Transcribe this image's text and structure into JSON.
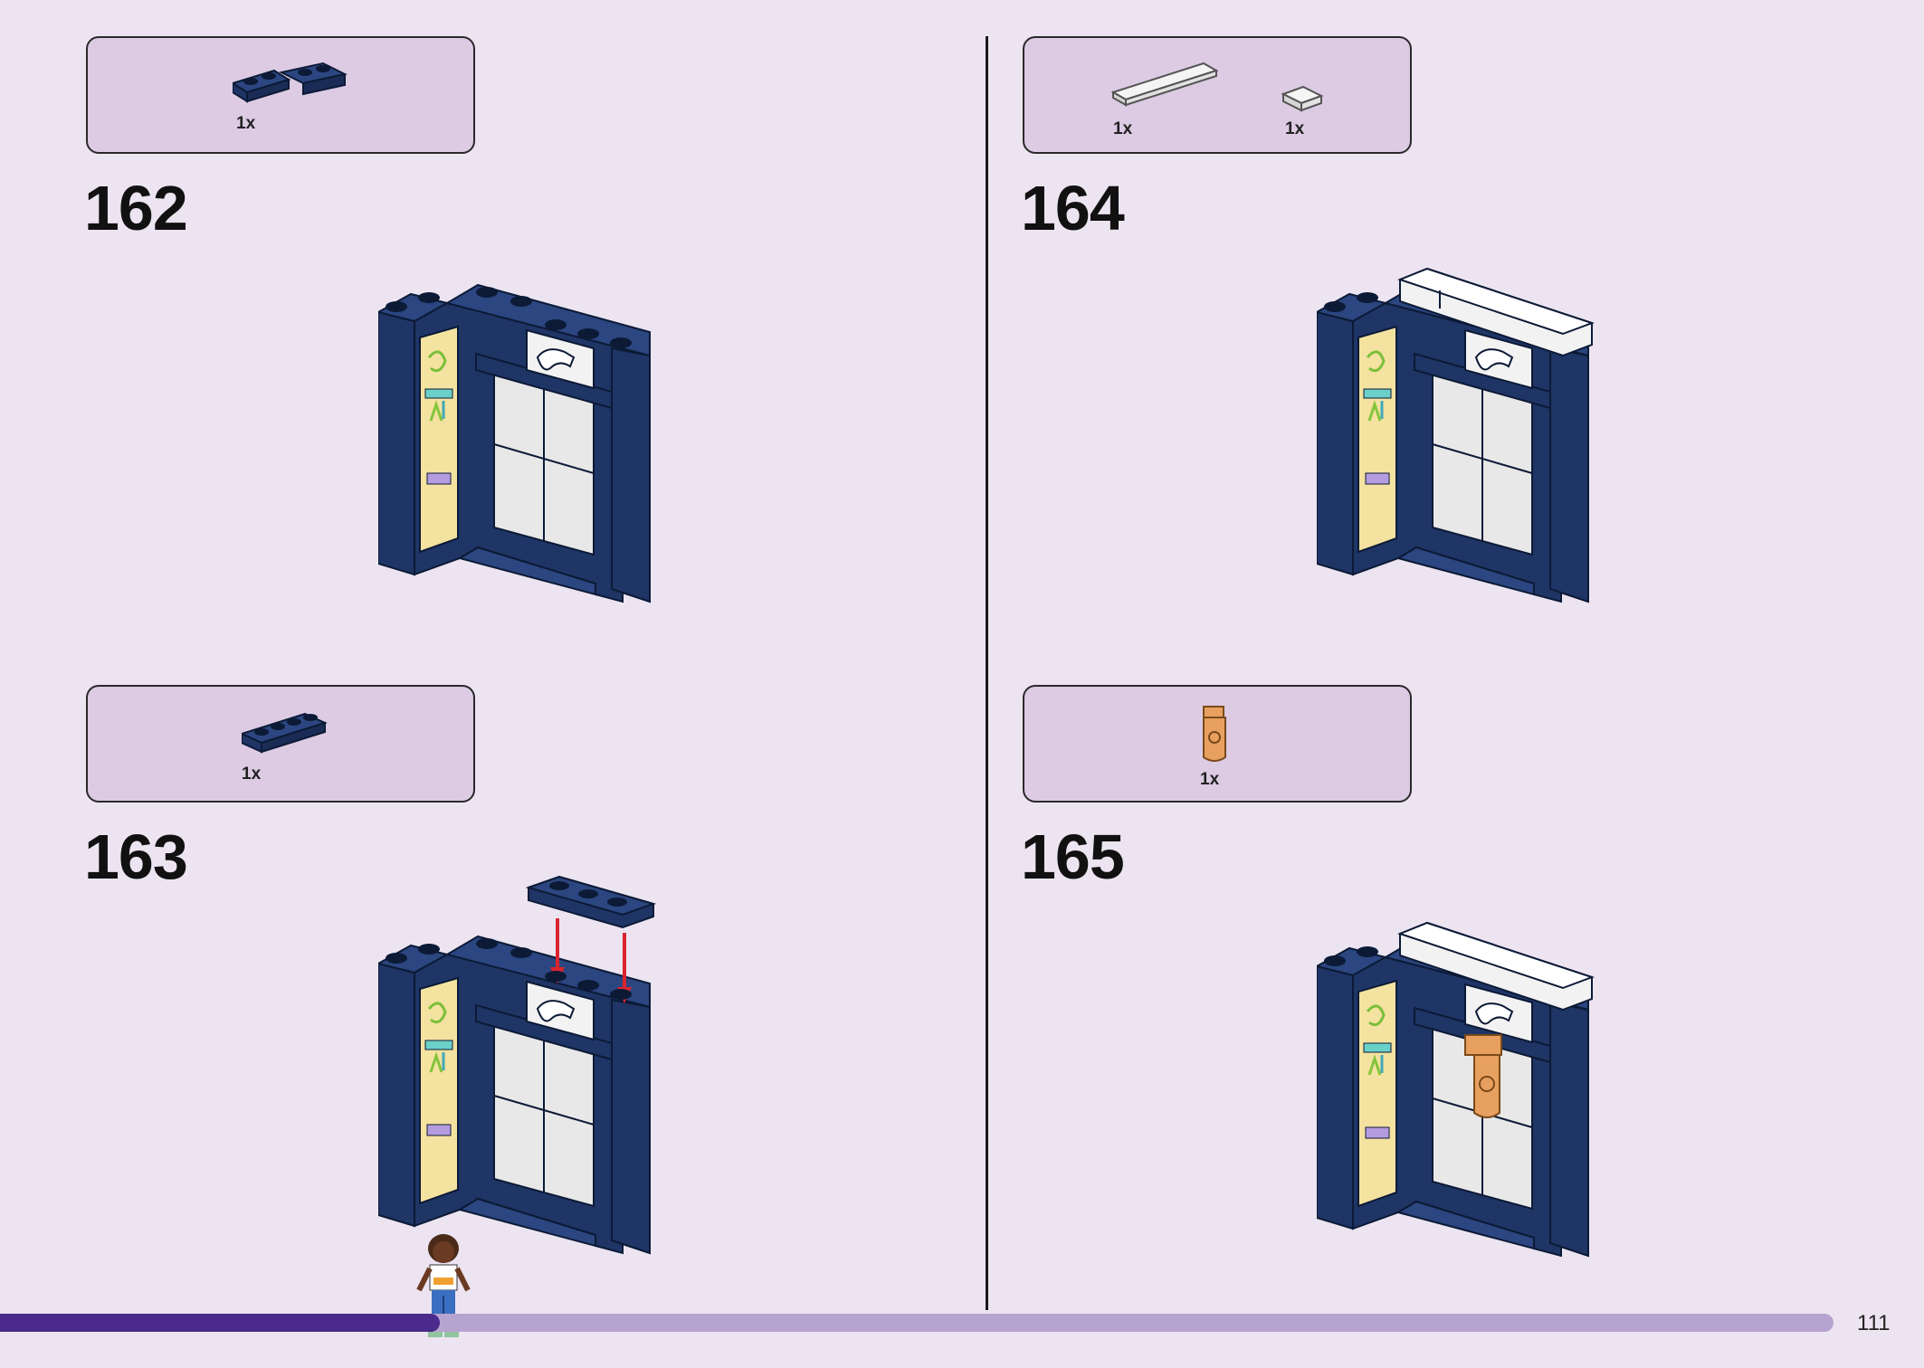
{
  "steps": [
    {
      "number": "162",
      "parts": [
        {
          "qty": "1x",
          "icon": "dark-blue-hinge-plate-icon"
        }
      ]
    },
    {
      "number": "163",
      "parts": [
        {
          "qty": "1x",
          "icon": "dark-blue-plate-1x4-icon"
        }
      ]
    },
    {
      "number": "164",
      "parts": [
        {
          "qty": "1x",
          "icon": "white-tile-long-icon"
        },
        {
          "qty": "1x",
          "icon": "white-tile-small-icon"
        }
      ]
    },
    {
      "number": "165",
      "parts": [
        {
          "qty": "1x",
          "icon": "orange-spray-bottle-icon"
        }
      ]
    }
  ],
  "page": {
    "number": "111",
    "progress": 0.24
  },
  "colors": {
    "background": "#ece4f1",
    "parts_box": "#dccbe3",
    "brick": "#1f3566",
    "progress_fill": "#4a2a8a",
    "progress_track": "#b7a3d0",
    "arrow": "#d8252f"
  }
}
